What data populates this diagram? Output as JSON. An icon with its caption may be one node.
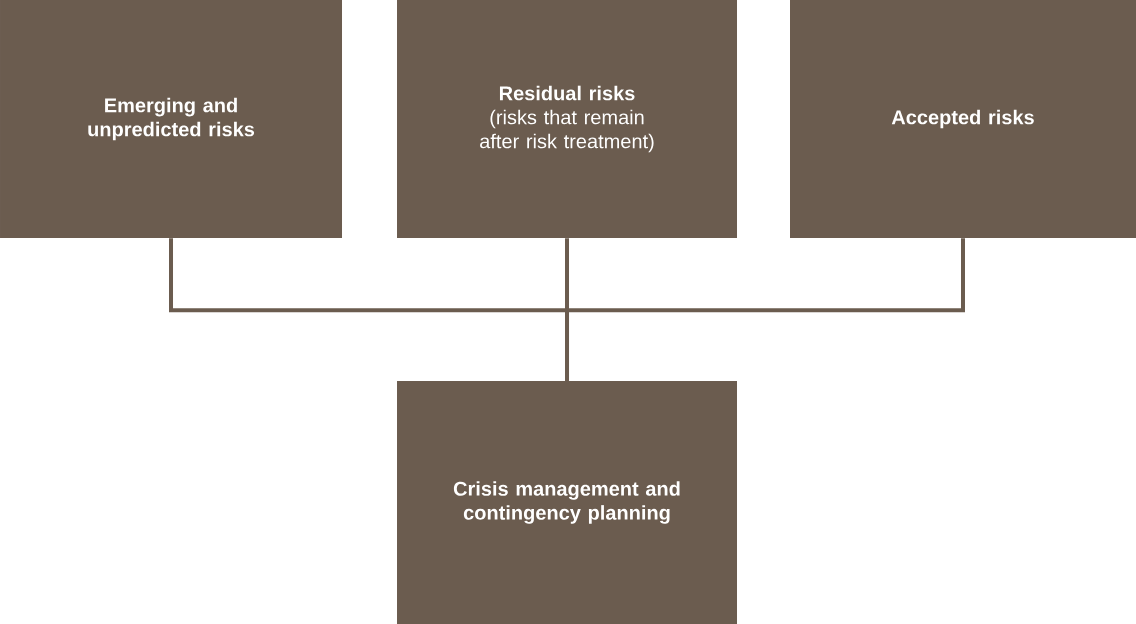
{
  "diagram": {
    "nodes": [
      {
        "text": [
          "Emerging and unpredicted risks"
        ]
      },
      {
        "text": [
          "Residual risks",
          "(risks that remain after risk treatment)"
        ]
      },
      {
        "text": [
          "Accepted risks"
        ]
      },
      {
        "text": [
          "Crisis management and contingency planning"
        ]
      }
    ],
    "edges": [
      {
        "from": 0,
        "to": 3,
        "arrow": "none"
      },
      {
        "from": 1,
        "to": 3,
        "arrow": "none"
      },
      {
        "from": 2,
        "to": 3,
        "arrow": "none"
      }
    ]
  }
}
